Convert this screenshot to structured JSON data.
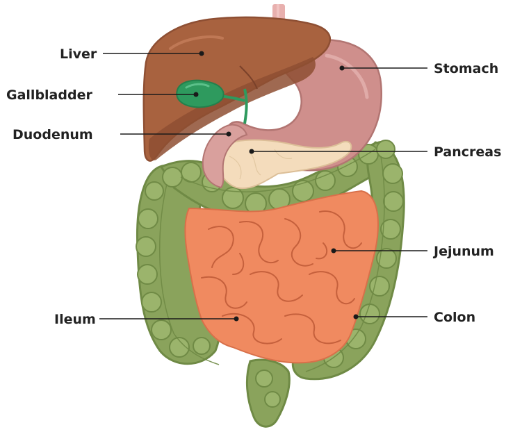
{
  "diagram": {
    "labels": {
      "liver": "Liver",
      "gallbladder": "Gallbladder",
      "duodenum": "Duodenum",
      "ileum": "Ileum",
      "stomach": "Stomach",
      "pancreas": "Pancreas",
      "jejunum": "Jejunum",
      "colon": "Colon"
    },
    "colors": {
      "liver": "#a8623f",
      "liver_shadow": "#8e4f33",
      "gallbladder": "#2e9a5e",
      "stomach": "#cf8f8c",
      "esophagus": "#e8b0ae",
      "pancreas": "#f4dcbc",
      "small_intestine": "#f08a60",
      "colon": "#8aa35c",
      "colon_dark": "#6f8a45",
      "leader_line": "#1a1a1a"
    }
  }
}
